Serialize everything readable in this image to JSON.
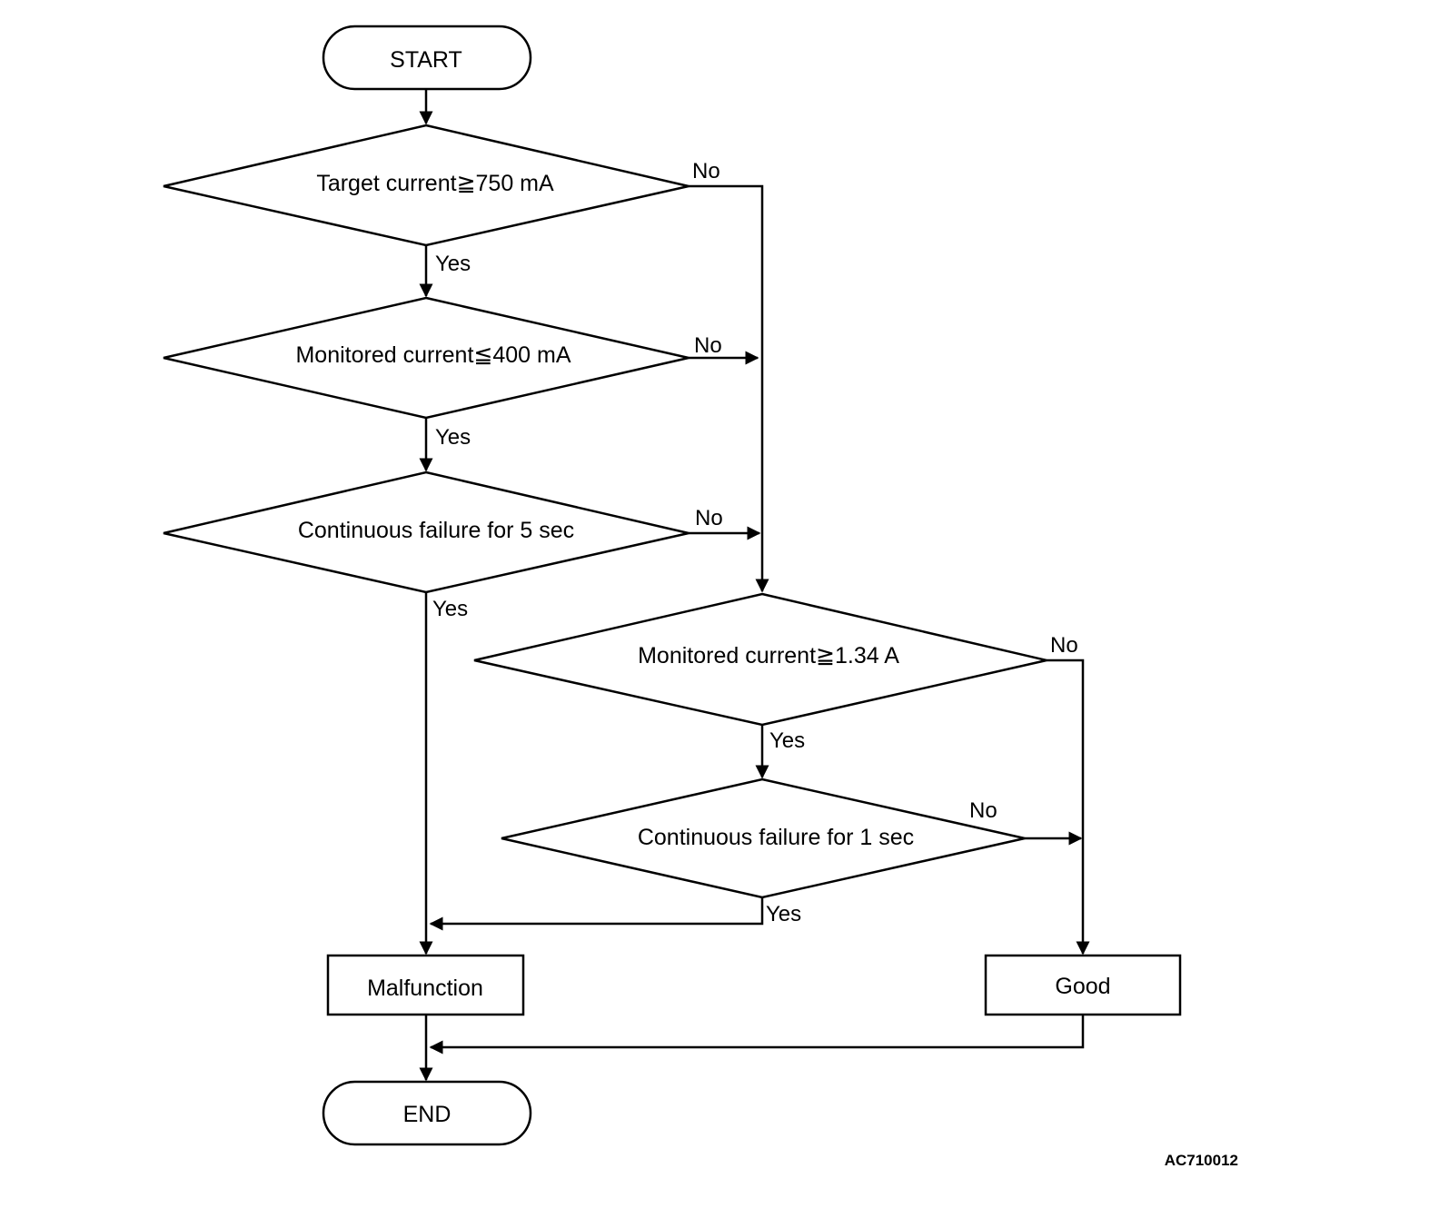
{
  "diagram": {
    "nodes": {
      "start": "START",
      "target_current": "Target current≧750 mA",
      "monitored_low": "Monitored current≦400 mA",
      "cont_5s": "Continuous failure for 5 sec",
      "monitored_high": "Monitored current≧1.34 A",
      "cont_1s": "Continuous failure for 1 sec",
      "malfunction": "Malfunction",
      "good": "Good",
      "end": "END"
    },
    "edges": {
      "no_target": "No",
      "yes_target": "Yes",
      "no_low": "No",
      "yes_low": "Yes",
      "no_5s": "No",
      "yes_5s": "Yes",
      "no_high": "No",
      "yes_high": "Yes",
      "no_1s": "No",
      "yes_1s": "Yes"
    },
    "code": "AC710012"
  }
}
